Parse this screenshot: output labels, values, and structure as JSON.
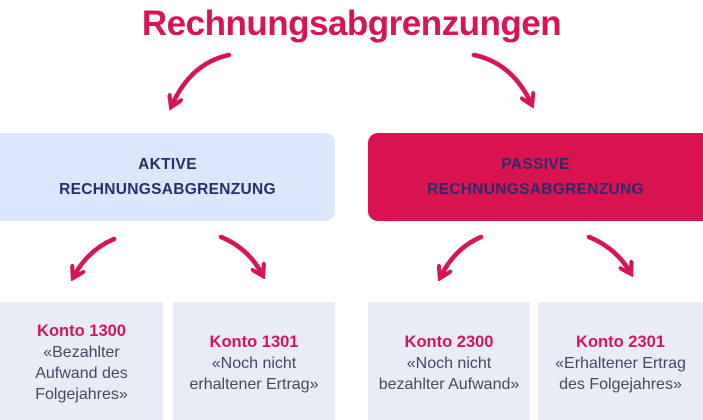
{
  "title": "Rechnungsabgrenzungen",
  "colors": {
    "accent_crimson": "#d6145a",
    "passive_box_bg": "#d9134f",
    "active_box_bg": "#dbe7fa",
    "account_box_bg": "#e9ebf5",
    "heading_navy": "#2b2a6e",
    "body_text": "#3f4b61"
  },
  "level1": {
    "active": {
      "line1": "AKTIVE",
      "line2": "RECHNUNGSABGRENZUNG"
    },
    "passive": {
      "line1": "PASSIVE",
      "line2": "RECHNUNGSABGRENZUNG"
    }
  },
  "accounts": [
    {
      "konto": "Konto 1300",
      "description": "«Bezahlter\nAufwand des\nFolgejahres»"
    },
    {
      "konto": "Konto 1301",
      "description": "«Noch nicht\nerhaltener Ertrag»"
    },
    {
      "konto": "Konto 2300",
      "description": "«Noch nicht\nbezahlter Aufwand»"
    },
    {
      "konto": "Konto 2301",
      "description": "«Erhaltener Ertrag\ndes Folgejahres»"
    }
  ]
}
